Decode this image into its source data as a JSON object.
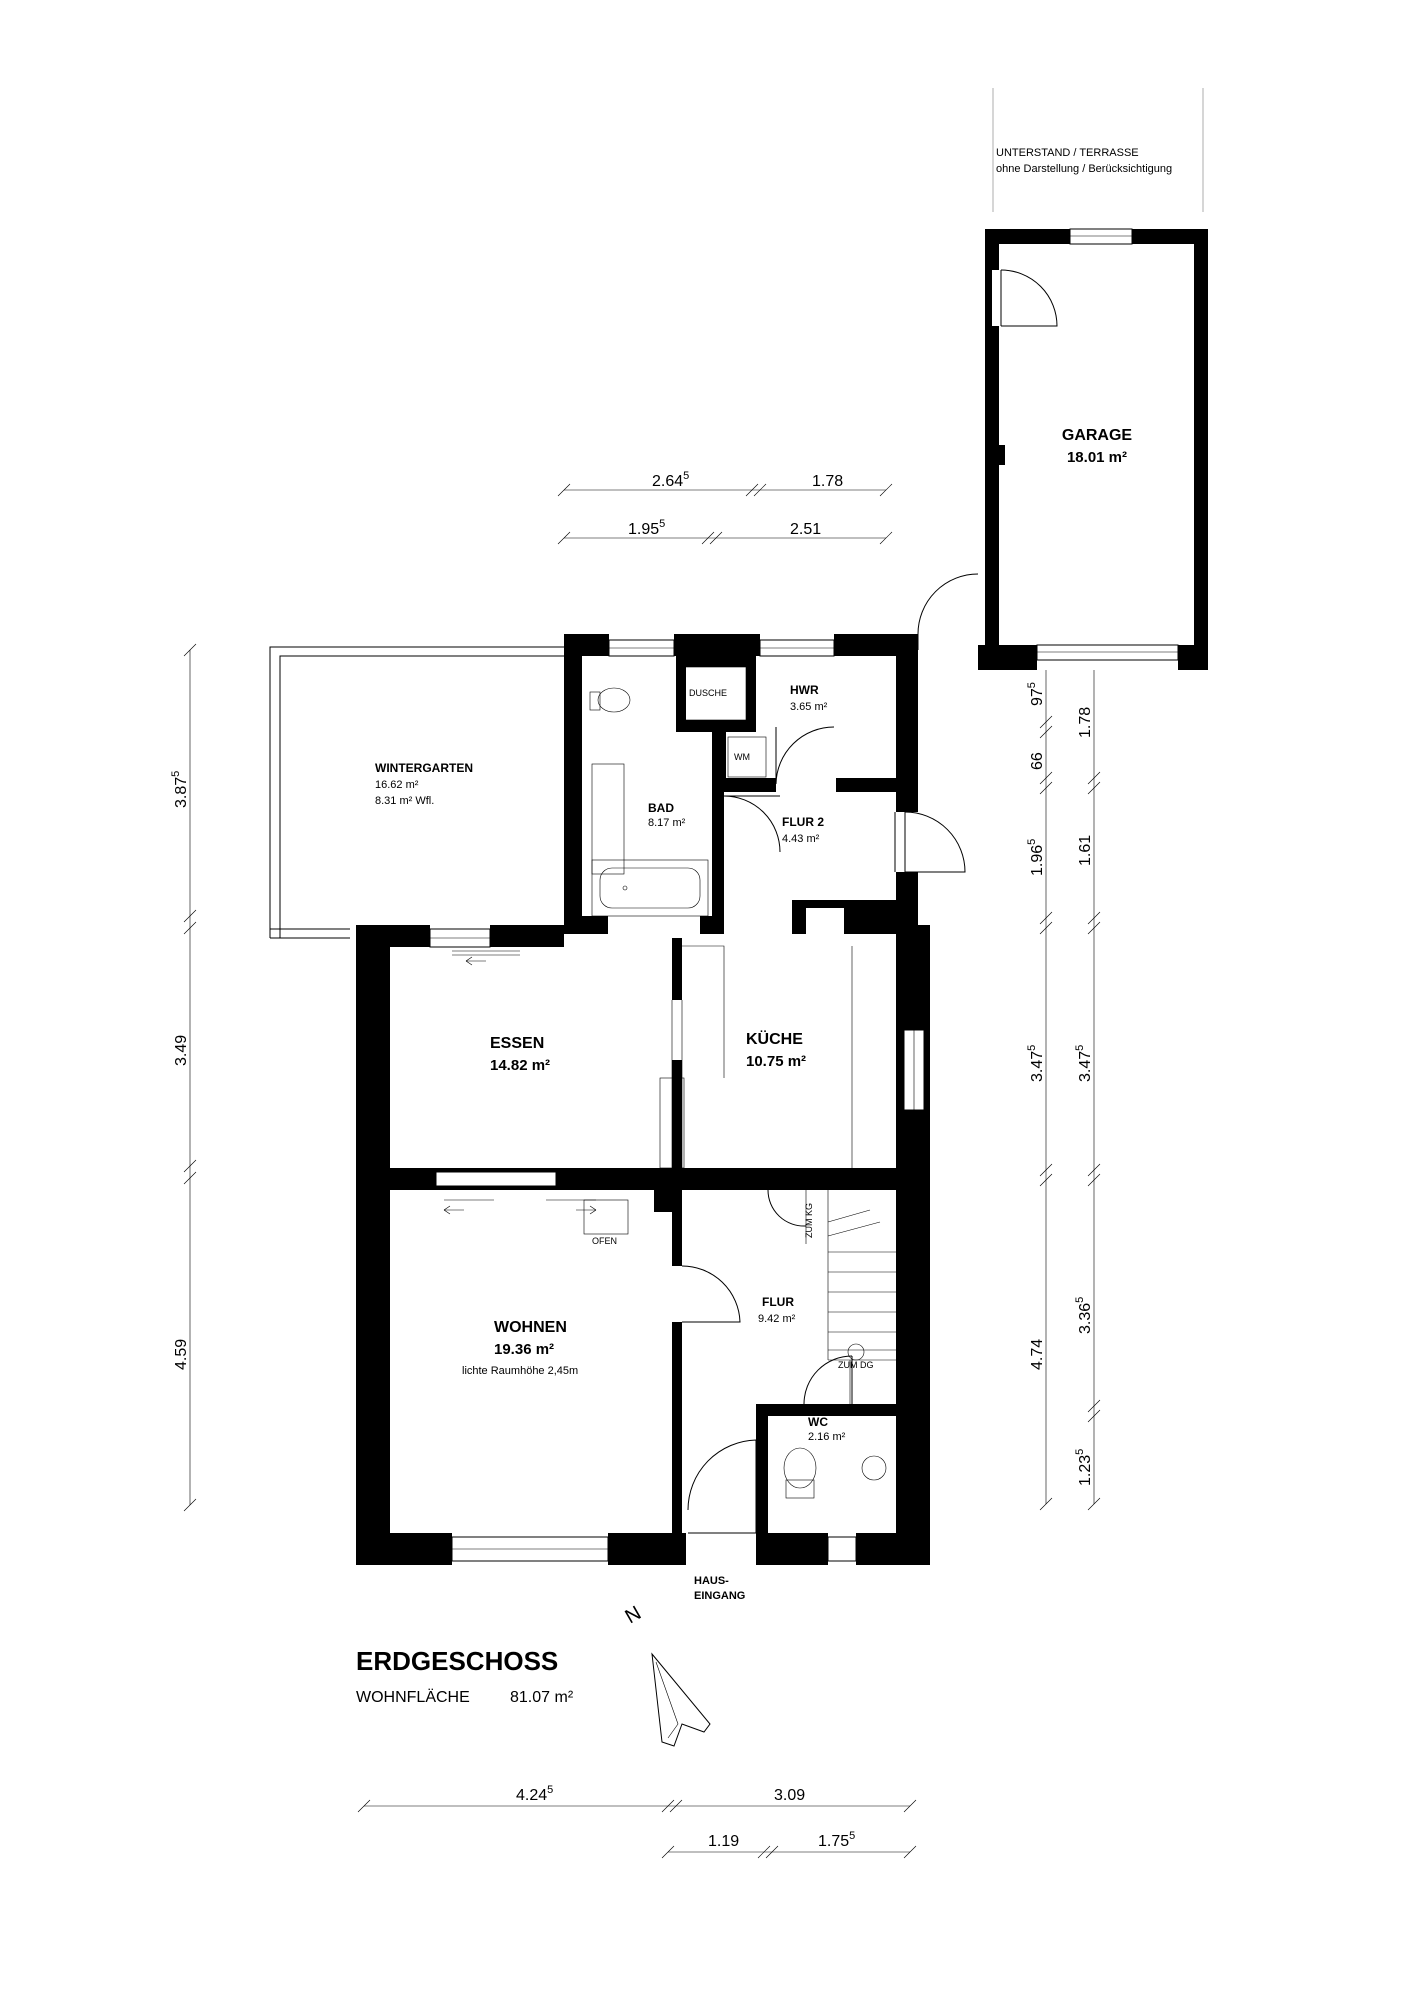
{
  "title": "ERDGESCHOSS",
  "living_area_label": "WOHNFLÄCHE",
  "living_area_value": "81.07 m²",
  "compass_label": "N",
  "carport_note_line1": "UNTERSTAND / TERRASSE",
  "carport_note_line2": "ohne Darstellung / Berücksichtigung",
  "rooms": {
    "garage": {
      "name": "GARAGE",
      "area": "18.01 m²"
    },
    "wintergarten": {
      "name": "WINTERGARTEN",
      "area": "16.62 m²",
      "note": "8.31 m² Wfl."
    },
    "bad": {
      "name": "BAD",
      "area": "8.17 m²"
    },
    "hwr": {
      "name": "HWR",
      "area": "3.65 m²"
    },
    "flur2": {
      "name": "FLUR 2",
      "area": "4.43 m²"
    },
    "essen": {
      "name": "ESSEN",
      "area": "14.82 m²"
    },
    "kueche": {
      "name": "KÜCHE",
      "area": "10.75 m²"
    },
    "wohnen": {
      "name": "WOHNEN",
      "area": "19.36 m²",
      "note": "lichte Raumhöhe 2,45m"
    },
    "flur": {
      "name": "FLUR",
      "area": "9.42 m²"
    },
    "wc": {
      "name": "WC",
      "area": "2.16 m²"
    }
  },
  "fixtures": {
    "dusche": "DUSCHE",
    "wm": "WM",
    "ofen": "OFEN",
    "zum_kg": "ZUM KG",
    "zum_dg": "ZUM DG",
    "entrance_line1": "HAUS-",
    "entrance_line2": "EINGANG"
  },
  "dimensions": {
    "top_row1": [
      {
        "main": "2.64",
        "sup": "5"
      },
      {
        "main": "1.78",
        "sup": ""
      }
    ],
    "top_row2": [
      {
        "main": "1.95",
        "sup": "5"
      },
      {
        "main": "2.51",
        "sup": ""
      }
    ],
    "left": [
      {
        "main": "3.87",
        "sup": "5"
      },
      {
        "main": "3.49",
        "sup": ""
      },
      {
        "main": "4.59",
        "sup": ""
      }
    ],
    "right_col1": [
      {
        "main": "97",
        "sup": "5"
      },
      {
        "main": "66",
        "sup": ""
      },
      {
        "main": "1.96",
        "sup": "5"
      },
      {
        "main": "3.47",
        "sup": "5"
      },
      {
        "main": "4.74",
        "sup": ""
      }
    ],
    "right_col2": [
      {
        "main": "1.78",
        "sup": ""
      },
      {
        "main": "1.61",
        "sup": ""
      },
      {
        "main": "3.47",
        "sup": "5"
      },
      {
        "main": "3.36",
        "sup": "5"
      },
      {
        "main": "1.23",
        "sup": "5"
      }
    ],
    "bottom_row1": [
      {
        "main": "4.24",
        "sup": "5"
      },
      {
        "main": "3.09",
        "sup": ""
      }
    ],
    "bottom_row2": [
      {
        "main": "1.19",
        "sup": ""
      },
      {
        "main": "1.75",
        "sup": "5"
      }
    ]
  }
}
